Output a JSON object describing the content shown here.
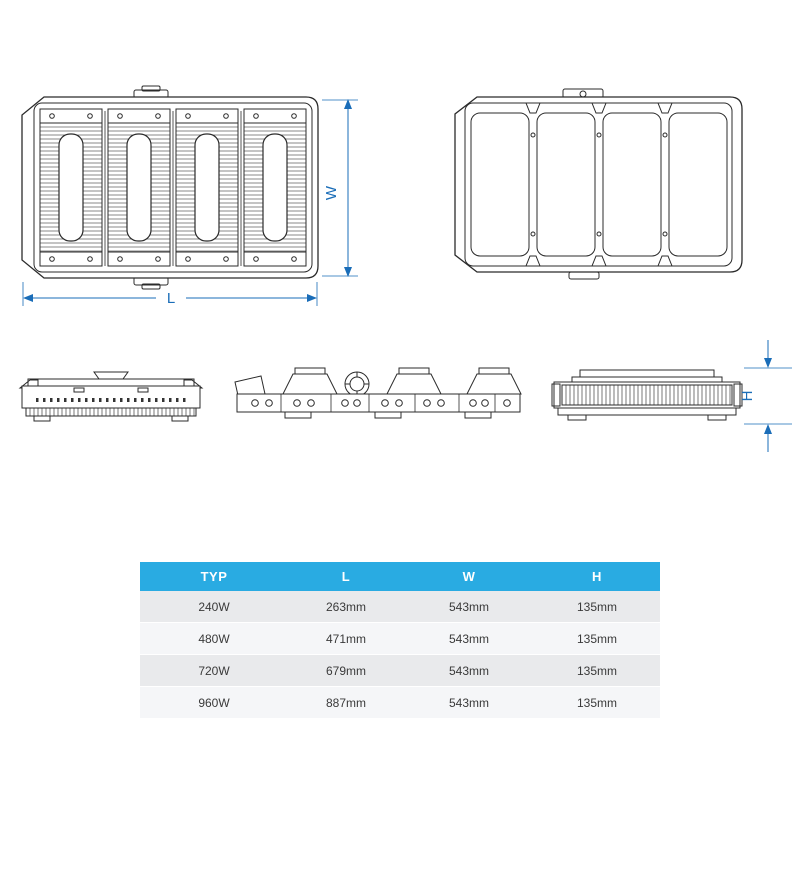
{
  "dimensions": {
    "width_label": "W",
    "length_label": "L",
    "height_label": "H"
  },
  "table": {
    "headers": [
      "TYP",
      "L",
      "W",
      "H"
    ],
    "rows": [
      [
        "240W",
        "263mm",
        "543mm",
        "135mm"
      ],
      [
        "480W",
        "471mm",
        "543mm",
        "135mm"
      ],
      [
        "720W",
        "679mm",
        "543mm",
        "135mm"
      ],
      [
        "960W",
        "887mm",
        "543mm",
        "135mm"
      ]
    ]
  },
  "colors": {
    "dimension_blue": "#1a6db8",
    "header_blue": "#29abe2",
    "row_dark": "#e9eaec",
    "row_light": "#f5f6f8"
  }
}
